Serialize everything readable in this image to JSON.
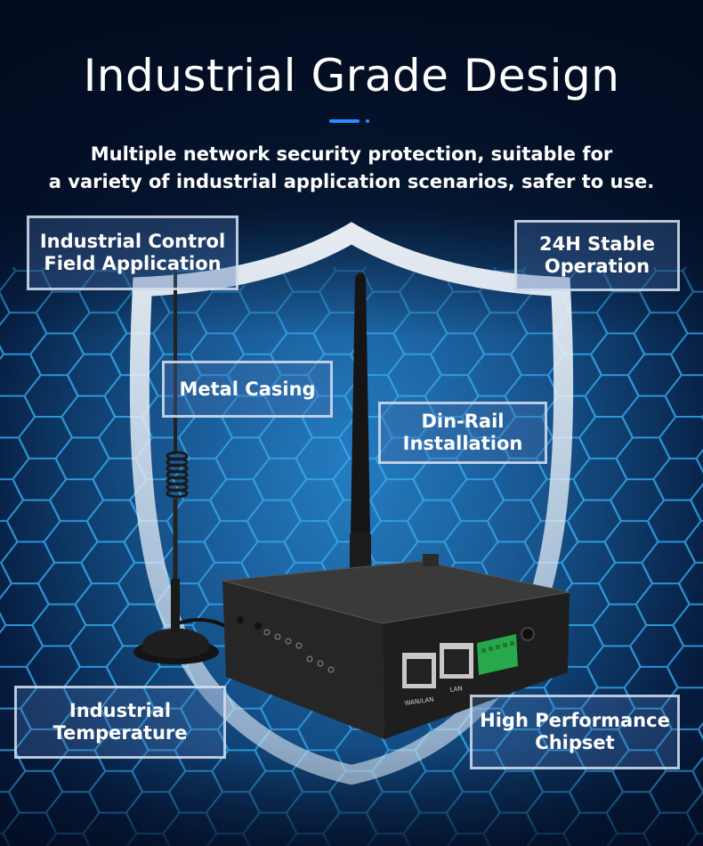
{
  "header": {
    "title": "Industrial Grade Design",
    "subtitle_line1": "Multiple network security protection, suitable for",
    "subtitle_line2": "a variety of industrial application scenarios, safer to use."
  },
  "features": {
    "industrial_control": "Industrial Control\nField Application",
    "stable_operation": "24H Stable\nOperation",
    "metal_casing": "Metal Casing",
    "din_rail": "Din-Rail\nInstallation",
    "industrial_temperature": "Industrial\nTemperature",
    "high_performance": "High Performance\nChipset"
  },
  "device": {
    "port_labels": [
      "WAN/LAN",
      "LAN"
    ]
  },
  "colors": {
    "accent": "#1e90ff",
    "background": "#0a3f78"
  }
}
